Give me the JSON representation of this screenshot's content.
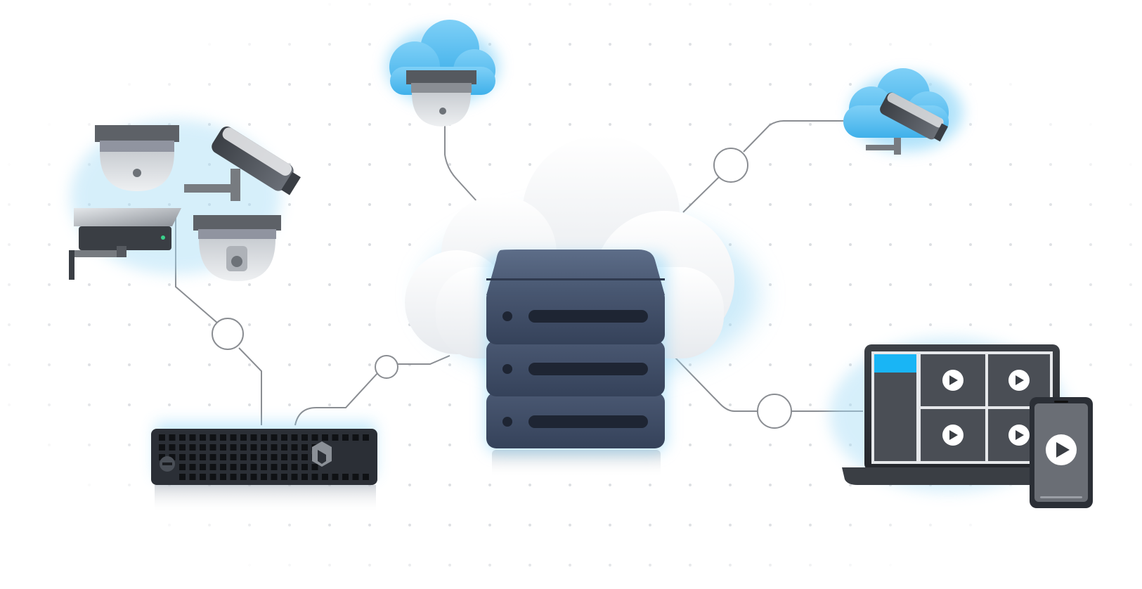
{
  "scene": {
    "description_visible_text": "",
    "nodes": [
      {
        "id": "local-cameras",
        "icon": "security-camera-cluster-icon"
      },
      {
        "id": "cloud-camera-top",
        "icon": "cloud-dome-camera-icon"
      },
      {
        "id": "cloud-camera-right",
        "icon": "cloud-bullet-camera-icon"
      },
      {
        "id": "bridge-appliance",
        "icon": "bridge-appliance-icon"
      },
      {
        "id": "cloud-server",
        "icon": "cloud-server-stack-icon"
      },
      {
        "id": "viewing-devices",
        "icon": "laptop-and-phone-video-icon"
      }
    ],
    "colors": {
      "cloud_blue": "#5bbdf0",
      "server_dark": "#3a4a66",
      "appliance_dark": "#2b2f36",
      "line_gray": "#8a8d92",
      "accent_cyan": "#19b5f5"
    }
  }
}
